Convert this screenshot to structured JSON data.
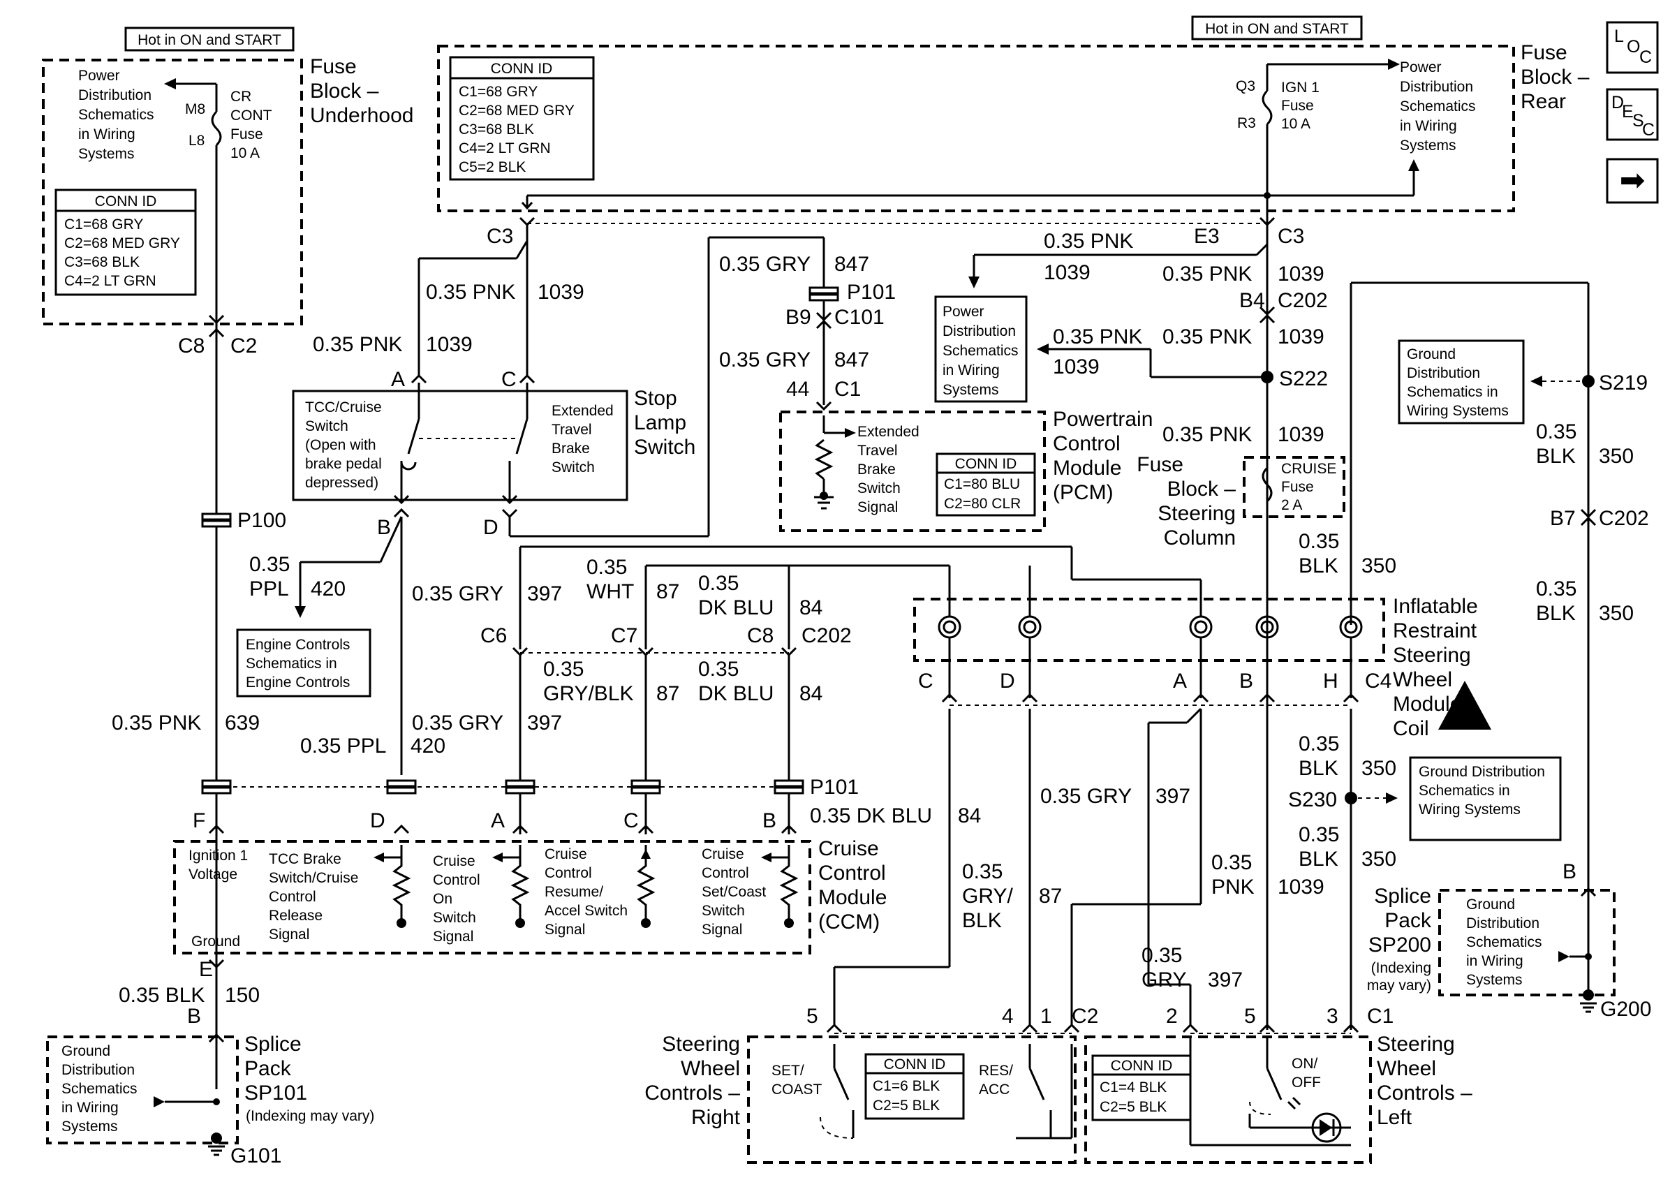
{
  "hot_top_left": "Hot in ON and START",
  "hot_top_right": "Hot in ON and START",
  "fuse_block_underhood": [
    "Fuse",
    "Block –",
    "Underhood"
  ],
  "fuse_block_rear": [
    "Fuse",
    "Block –",
    "Rear"
  ],
  "power_dist_ul": [
    "Power",
    "Distribution",
    "Schematics",
    "in Wiring",
    "Systems"
  ],
  "power_dist_ur": [
    "Power",
    "Distribution",
    "Schematics",
    "in Wiring",
    "Systems"
  ],
  "power_dist_mid": [
    "Power",
    "Distribution",
    "Schematics",
    "in Wiring",
    "Systems"
  ],
  "cr_fuse": [
    "CR",
    "CONT",
    "Fuse",
    "10 A"
  ],
  "m8": "M8",
  "l8": "L8",
  "ign_fuse": [
    "IGN 1",
    "Fuse",
    "10 A"
  ],
  "q3": "Q3",
  "r3": "R3",
  "conn_left": {
    "title": "CONN ID",
    "rows": [
      "C1=68 GRY",
      "C2=68 MED GRY",
      "C3=68 BLK",
      "C4=2 LT GRN"
    ]
  },
  "conn_rear": {
    "title": "CONN ID",
    "rows": [
      "C1=68 GRY",
      "C2=68 MED GRY",
      "C3=68 BLK",
      "C4=2 LT GRN",
      "C5=2 BLK"
    ]
  },
  "conn_pcm": {
    "title": "CONN ID",
    "rows": [
      "C1=80 BLU",
      "C2=80 CLR"
    ]
  },
  "conn_right": {
    "title": "CONN ID",
    "rows": [
      "C1=6 BLK",
      "C2=5 BLK"
    ]
  },
  "conn_leftctrl": {
    "title": "CONN ID",
    "rows": [
      "C1=4 BLK",
      "C2=5 BLK"
    ]
  },
  "nav": {
    "loc": [
      "L",
      "O",
      "C"
    ],
    "desc": [
      "D",
      "E",
      "S",
      "C"
    ],
    "arrow": "➡"
  },
  "labels": {
    "c3_left": "C3",
    "c8": "C8",
    "c2_left": "C2",
    "e3": "E3",
    "c3_right": "C3",
    "pnk1039_a": "0.35 PNK",
    "n1039_a": "1039",
    "pnk1039_b": "0.35 PNK",
    "n1039_b": "1039",
    "pnk1039_top": "0.35 PNK",
    "n1039_top": "1039",
    "pnk1039_c": "0.35 PNK",
    "n1039_c": "1039",
    "b4": "B4",
    "c202_a": "C202",
    "pnk1039_d": "0.35 PNK",
    "n1039_d": "1039",
    "pnk1039_e": "0.35 PNK",
    "n1039_e": "1039",
    "s222": "S222",
    "pnk1039_f": "0.35 PNK",
    "n1039_f": "1039",
    "gry847_a": "0.35 GRY",
    "n847_a": "847",
    "p101_top": "P101",
    "b9": "B9",
    "c101": "C101",
    "gry847_b": "0.35 GRY",
    "n847_b": "847",
    "n44": "44",
    "c1_pcm": "C1",
    "a_pin": "A",
    "c_pin": "C",
    "b_pin": "B",
    "d_pin": "D",
    "p100": "P100",
    "ppl420_a": "0.35",
    "ppl420_a2": "PPL",
    "n420_a": "420",
    "gry397_a": "0.35 GRY",
    "n397_a": "397",
    "wht87_a": "0.35",
    "wht87_a2": "WHT",
    "n87_a": "87",
    "dkblu84_a": "0.35",
    "dkblu84_a2": "DK BLU",
    "n84_a": "84",
    "c6": "C6",
    "c7": "C7",
    "c8b": "C8",
    "c202_b": "C202",
    "gryblk87": "0.35",
    "gryblk87_2": "GRY/BLK",
    "n87_b": "87",
    "dkblu84_b": "0.35",
    "dkblu84_b2": "DK BLU",
    "n84_b": "84",
    "pnk639": "0.35 PNK",
    "n639": "639",
    "ppl420_b": "0.35 PPL",
    "n420_b": "420",
    "gry397_b": "0.35 GRY",
    "n397_b": "397",
    "p101_mid": "P101",
    "f_pin": "F",
    "d_pin2": "D",
    "a_pin2": "A",
    "c_pin2": "C",
    "b_pin2": "B",
    "dkblu84_c": "0.35 DK BLU",
    "n84_c": "84",
    "gry397_c": "0.35 GRY",
    "n397_c": "397",
    "gryblk87_c": "0.35",
    "gryblk87_c2": "GRY/",
    "gryblk87_c3": "BLK",
    "n87_c": "87",
    "pnk1039_g": "0.35",
    "pnk1039_g2": "PNK",
    "n1039_g": "1039",
    "gry397_d": "0.35",
    "gry397_d2": "GRY",
    "n397_d": "397",
    "blk150": "0.35 BLK",
    "n150": "150",
    "e_pin": "E",
    "b_pin3": "B",
    "blk350_a": "0.35",
    "blk350_a2": "BLK",
    "n350_a": "350",
    "s219": "S219",
    "blk350_b": "0.35",
    "blk350_b2": "BLK",
    "n350_b": "350",
    "b7": "B7",
    "c202_c": "C202",
    "blk350_c": "0.35",
    "blk350_c2": "BLK",
    "n350_c": "350",
    "blk350_d": "0.35",
    "blk350_d2": "BLK",
    "n350_d": "350",
    "s230": "S230",
    "blk350_e": "0.35",
    "blk350_e2": "BLK",
    "n350_e": "350",
    "b_pin_sp200": "B",
    "g200": "G200",
    "g101": "G101",
    "cc_pin": "C",
    "cd_pin": "D",
    "ca_pin": "A",
    "cb_pin": "B",
    "ch_pin": "H",
    "c4": "C4",
    "p5": "5",
    "p4": "4",
    "p1": "1",
    "c2_r": "C2",
    "p2": "2",
    "p5b": "5",
    "p3": "3",
    "c1_l": "C1"
  },
  "tcc_switch": [
    "TCC/Cruise",
    "Switch",
    "(Open with",
    "brake pedal",
    "depressed)"
  ],
  "ext_brake_switch": [
    "Extended",
    "Travel",
    "Brake",
    "Switch"
  ],
  "stop_lamp": [
    "Stop",
    "Lamp",
    "Switch"
  ],
  "ext_brake_signal": [
    "Extended",
    "Travel",
    "Brake",
    "Switch",
    "Signal"
  ],
  "pcm": [
    "Powertrain",
    "Control",
    "Module",
    "(PCM)"
  ],
  "fuse_block_steering": [
    "Fuse",
    "Block –",
    "Steering",
    "Column"
  ],
  "cruise_fuse": [
    "CRUISE",
    "Fuse",
    "2 A"
  ],
  "ground_dist_s219": [
    "Ground",
    "Distribution",
    "Schematics in",
    "Wiring Systems"
  ],
  "ground_dist_s230": [
    "Ground Distribution",
    "Schematics in",
    "Wiring Systems"
  ],
  "ground_dist_sp200": [
    "Ground",
    "Distribution",
    "Schematics",
    "in Wiring",
    "Systems"
  ],
  "ground_dist_sp101": [
    "Ground",
    "Distribution",
    "Schematics",
    "in Wiring",
    "Systems"
  ],
  "engine_controls": [
    "Engine Controls",
    "Schematics in",
    "Engine Controls"
  ],
  "airbag_coil": [
    "Inflatable",
    "Restraint",
    "Steering",
    "Wheel",
    "Module",
    "Coil"
  ],
  "ccm": [
    "Cruise",
    "Control",
    "Module",
    "(CCM)"
  ],
  "ccm_ign": [
    "Ignition 1",
    "Voltage"
  ],
  "ccm_ground": "Ground",
  "ccm_tcc": [
    "TCC Brake",
    "Switch/Cruise",
    "Control",
    "Release",
    "Signal"
  ],
  "ccm_on": [
    "Cruise",
    "Control",
    "On",
    "Switch",
    "Signal"
  ],
  "ccm_resume": [
    "Cruise",
    "Control",
    "Resume/",
    "Accel Switch",
    "Signal"
  ],
  "ccm_set": [
    "Cruise",
    "Control",
    "Set/Coast",
    "Switch",
    "Signal"
  ],
  "sp101": [
    "Splice",
    "Pack",
    "SP101",
    "(Indexing may vary)"
  ],
  "sp200": [
    "Splice",
    "Pack",
    "SP200",
    "(Indexing",
    "may vary)"
  ],
  "swc_right": [
    "Steering",
    "Wheel",
    "Controls –",
    "Right"
  ],
  "swc_left": [
    "Steering",
    "Wheel",
    "Controls –",
    "Left"
  ],
  "set_coast": [
    "SET/",
    "COAST"
  ],
  "res_acc": [
    "RES/",
    "ACC"
  ],
  "on_off": [
    "ON/",
    "OFF"
  ]
}
